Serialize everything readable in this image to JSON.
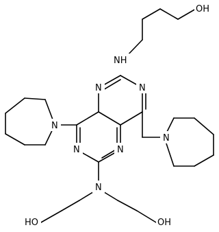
{
  "labels": {
    "oh_top": "OH",
    "nh": "NH",
    "n_ring_top_right": "N",
    "n_ring_top_left": "N",
    "n_ring_bottom_right": "N",
    "n_ring_bottom_left": "N",
    "n_piperidine_left": "N",
    "n_piperidine_right": "N",
    "n_amine_bottom": "N",
    "oh_bottom_left": "HO",
    "oh_bottom_right": "OH"
  },
  "colors": {
    "bond": "#000000",
    "text": "#000000",
    "background": "#ffffff"
  }
}
